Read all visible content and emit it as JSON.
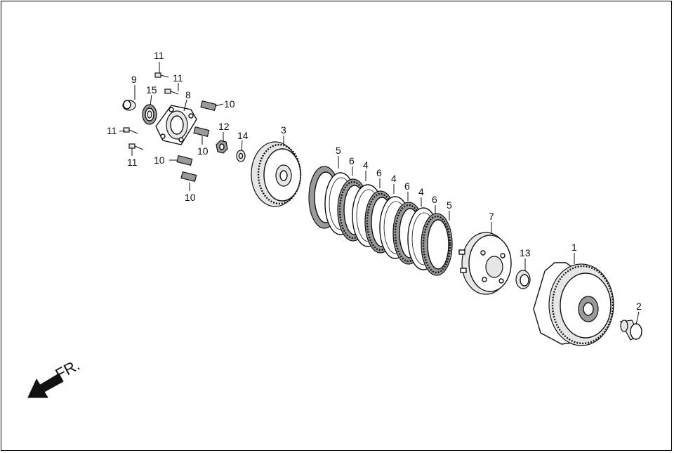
{
  "diagram": {
    "direction_label": "FR.",
    "callouts": [
      "1",
      "2",
      "3",
      "4",
      "4",
      "4",
      "5",
      "5",
      "6",
      "6",
      "6",
      "6",
      "7",
      "8",
      "9",
      "10",
      "10",
      "10",
      "10",
      "11",
      "11",
      "11",
      "11",
      "12",
      "13",
      "14",
      "15"
    ]
  }
}
